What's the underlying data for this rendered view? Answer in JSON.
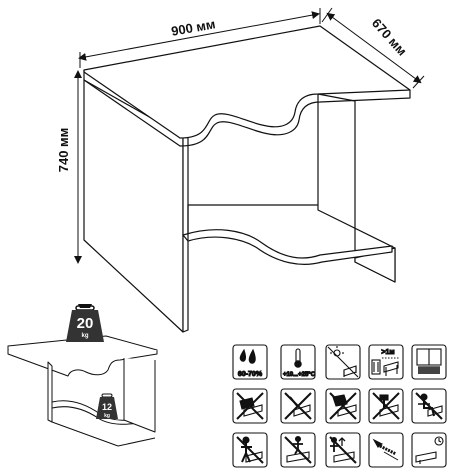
{
  "dimensions": {
    "width": "900 мм",
    "depth": "670 мм",
    "height": "740 мм"
  },
  "loads": {
    "top_value": "20",
    "top_unit": "kg",
    "shelf_value": "12",
    "shelf_unit": "kg"
  },
  "care_icons": {
    "humidity_label": "60-70%",
    "temperature_label": "+10...+25°C",
    "distance_label": ">1м"
  },
  "icons": [
    "humidity-icon",
    "temperature-icon",
    "sunlight-icon",
    "heater-distance-icon",
    "window-icon",
    "no-hot-iron-icon",
    "no-knife-icon",
    "no-water-icon",
    "no-hammer-icon",
    "no-sitting-icon",
    "no-standing-icon",
    "no-jumping-icon",
    "no-overload-icon",
    "cloth-cleaning-icon",
    "assembly-time-icon"
  ]
}
